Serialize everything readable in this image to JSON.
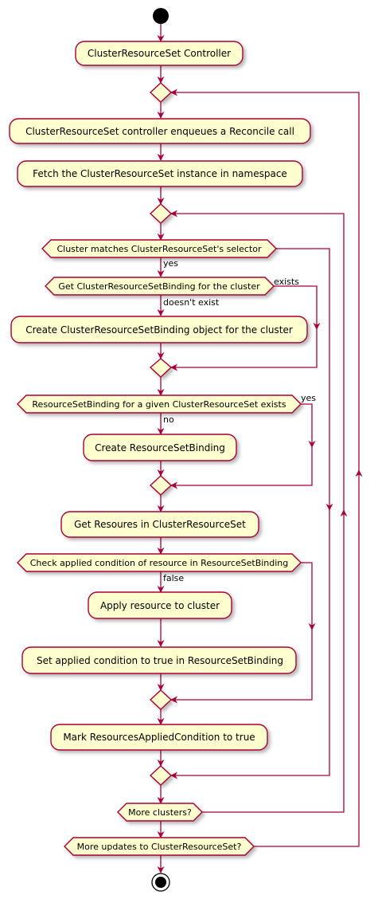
{
  "diagram": {
    "controller_title": "ClusterResourceSet Controller",
    "enqueue": "ClusterResourceSet controller enqueues a Reconcile call",
    "fetch": "Fetch the ClusterResourceSet instance in namespace",
    "cluster_match_question": "Cluster matches ClusterResourceSet's selector",
    "get_binding_question": "Get ClusterResourceSetBinding for the cluster",
    "create_binding": "Create ClusterResourceSetBinding object for the cluster",
    "rsb_exists_question": "ResourceSetBinding for a given ClusterResourceSet exists",
    "create_rsb": "Create ResourceSetBinding",
    "get_resources": "Get Resoures in ClusterResourceSet",
    "check_applied_question": "Check applied condition of resource in ResourceSetBinding",
    "apply_resource": "Apply resource to cluster",
    "set_applied": "Set applied condition to true in ResourceSetBinding",
    "mark_applied": "Mark ResourcesAppliedCondition to true",
    "more_clusters_question": "More clusters?",
    "more_updates_question": "More updates to ClusterResourceSet?",
    "labels": {
      "yes": "yes",
      "exists": "exists",
      "doesnt_exist": "doesn't exist",
      "no": "no",
      "false": "false"
    },
    "colors": {
      "fill": "#FEFECE",
      "border": "#A80036",
      "node": "#000000"
    }
  }
}
